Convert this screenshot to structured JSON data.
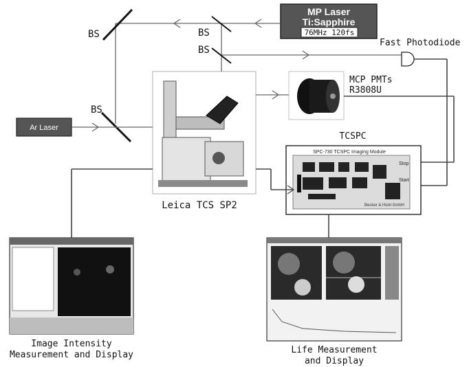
{
  "mp_laser": {
    "line1": "MP Laser",
    "line2": "Ti:Sapphire",
    "spec": "76MHz 120fs"
  },
  "ar_laser": "Ar Laser",
  "beam_splitters": [
    "BS",
    "BS",
    "BS",
    "BS"
  ],
  "fast_photodiode": "Fast Photodiode",
  "pmt": {
    "line1": "MCP PMTs",
    "line2": "R3808U"
  },
  "tcspc": {
    "title": "TCSPC",
    "board_title": "SPC-730 TCSPC Imaging Module",
    "stop": "Stop",
    "start": "Start",
    "maker": "Becker & Hickl GmbH"
  },
  "microscope": "Leica TCS SP2",
  "image_intensity": {
    "line1": "Image Intensity",
    "line2": "Measurement and Display"
  },
  "life_measurement": {
    "line1": "Life Measurement",
    "line2": "and Display"
  },
  "colors": {
    "laser_box": "#555555",
    "wire": "#444444"
  }
}
